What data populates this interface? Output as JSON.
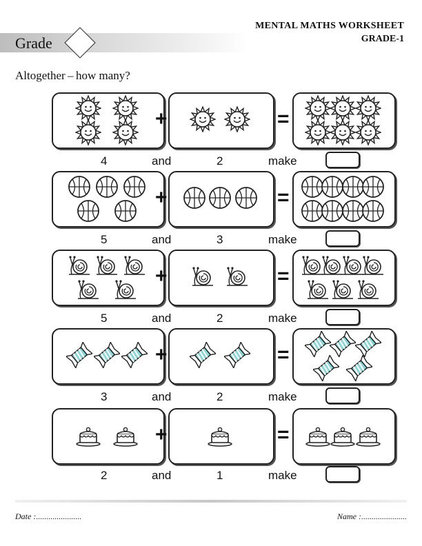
{
  "header": {
    "grade_label": "Grade",
    "title": "MENTAL MATHS WORKSHEET",
    "subtitle": "GRADE-1"
  },
  "instruction": "Altogether – how many?",
  "operators": {
    "plus": "+",
    "equals": "="
  },
  "rows": [
    {
      "object": "sun",
      "a": "4",
      "and": "and",
      "b": "2",
      "make": "make",
      "left_count": 4,
      "mid_count": 2,
      "right_count": 6
    },
    {
      "object": "ball",
      "a": "5",
      "and": "and",
      "b": "3",
      "make": "make",
      "left_count": 5,
      "mid_count": 3,
      "right_count": 8
    },
    {
      "object": "snail",
      "a": "5",
      "and": "and",
      "b": "2",
      "make": "make",
      "left_count": 5,
      "mid_count": 2,
      "right_count": 7
    },
    {
      "object": "candy",
      "a": "3",
      "and": "and",
      "b": "2",
      "make": "make",
      "left_count": 3,
      "mid_count": 2,
      "right_count": 5
    },
    {
      "object": "cake",
      "a": "2",
      "and": "and",
      "b": "1",
      "make": "make",
      "left_count": 2,
      "mid_count": 1,
      "right_count": 3
    }
  ],
  "footer": {
    "date_label": "Date :......................",
    "name_label": "Name :......................"
  },
  "icons": [
    "sun-icon",
    "ball-icon",
    "snail-icon",
    "candy-icon",
    "cake-icon"
  ],
  "colors": {
    "candy_accent": "#8fd6d8",
    "ink": "#222222"
  }
}
